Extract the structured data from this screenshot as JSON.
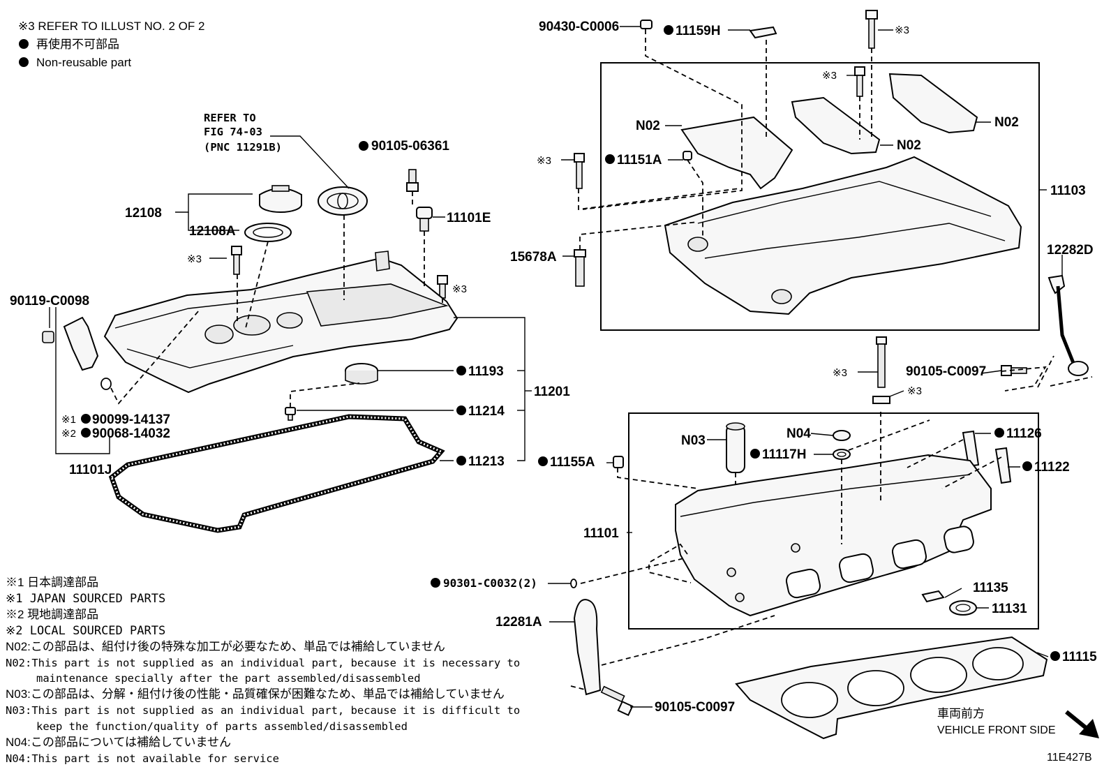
{
  "header_notes": [
    "※3 REFER TO ILLUST NO. 2 OF 2",
    "再使用不可部品",
    "Non-reusable part"
  ],
  "refer_note": {
    "line1": "REFER TO",
    "line2": "FIG 74-03",
    "line3": "(PNC 11291B)"
  },
  "parts": {
    "p12108": "12108",
    "p12108A": "12108A",
    "p90105_06361": "90105-06361",
    "p11101E": "11101E",
    "p90119_C0098": "90119-C0098",
    "p90099_14137": "90099-14137",
    "p90068_14032": "90068-14032",
    "p11101J": "11101J",
    "p11193": "11193",
    "p11214": "11214",
    "p11213": "11213",
    "p11201": "11201",
    "p90430_C0006": "90430-C0006",
    "p11159H": "11159H",
    "p11151A": "11151A",
    "p15678A": "15678A",
    "p11103": "11103",
    "p12282D": "12282D",
    "p90105_C0097a": "90105-C0097",
    "p11155A": "11155A",
    "p11117H": "11117H",
    "p11126": "11126",
    "p11122": "11122",
    "p11101": "11101",
    "p90301_C0032": "90301-C0032(2)",
    "p11135": "11135",
    "p11131": "11131",
    "p12281A": "12281A",
    "p90105_C0097b": "90105-C0097",
    "p11115": "11115"
  },
  "marks": {
    "m1": "※1",
    "m2": "※2",
    "m3": "※3",
    "N02": "N02",
    "N03": "N03",
    "N04": "N04"
  },
  "footnotes": [
    "※1 日本調達部品",
    "※1 JAPAN SOURCED PARTS",
    "※2 現地調達部品",
    "※2 LOCAL SOURCED PARTS",
    "N02:この部品は、組付け後の特殊な加工が必要なため、単品では補給していません",
    "N02:This part is not supplied as an individual part, because it is necessary to",
    "maintenance specially after the part assembled/disassembled",
    "N03:この部品は、分解・組付け後の性能・品質確保が困難なため、単品では補給していません",
    "N03:This part is not supplied as an individual part, because it is difficult to",
    "keep the function/quality of parts assembled/disassembled",
    "N04:この部品については補給していません",
    "N04:This part is not available for service"
  ],
  "front_label_jp": "車両前方",
  "front_label_en": "VEHICLE FRONT SIDE",
  "figure_id": "11E427B"
}
